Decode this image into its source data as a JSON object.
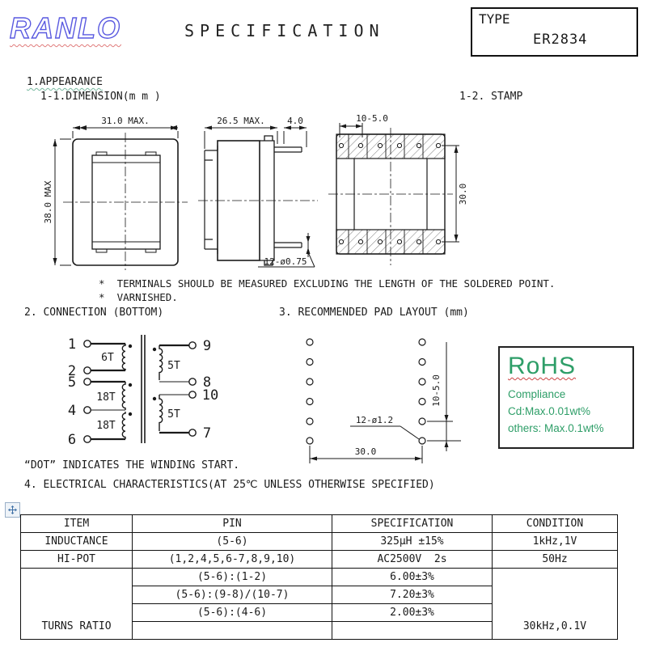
{
  "header": {
    "logo_text": "RANLO",
    "title": "SPECIFICATION",
    "type_label": "TYPE",
    "type_value": "ER2834"
  },
  "appearance": {
    "heading": "1.APPEARANCE",
    "dimension_heading": "1-1.DIMENSION(m m )",
    "stamp_heading": "1-2. STAMP"
  },
  "drawings": {
    "front": {
      "top_dim": "31.0 MAX.",
      "left_dim": "38.0 MAX"
    },
    "side": {
      "top_dim": "26.5 MAX.",
      "pin_len_dim": "4.0",
      "pin_dia_note": "12-ø0.75"
    },
    "stamp": {
      "pitch_dim": "10-5.0",
      "right_dim": "30.0"
    }
  },
  "notes": {
    "line1": "*  TERMINALS SHOULD BE MEASURED EXCLUDING THE LENGTH OF THE SOLDERED POINT.",
    "line2": "*  VARNISHED."
  },
  "connection": {
    "heading": "2. CONNECTION (BOTTOM)",
    "left_pins": [
      "1",
      "2",
      "5",
      "4",
      "6"
    ],
    "right_pins": [
      "9",
      "8",
      "10",
      "7"
    ],
    "winding_turns": [
      "6T",
      "18T",
      "18T",
      "5T",
      "5T"
    ]
  },
  "pad_layout": {
    "heading": "3. RECOMMENDED PAD LAYOUT (mm)",
    "vertical_dim": "10-5.0",
    "hole_note": "12-ø1.2",
    "horizontal_dim": "30.0"
  },
  "rohs": {
    "title": "RoHS",
    "line1": "Compliance",
    "line2": "Cd:Max.0.01wt%",
    "line3": "others: Max.0.1wt%"
  },
  "dot_note": "“DOT” INDICATES THE WINDING START.",
  "electrical": {
    "heading": "4. ELECTRICAL CHARACTERISTICS(AT 25℃ UNLESS OTHERWISE SPECIFIED)",
    "table": {
      "headers": [
        "ITEM",
        "PIN",
        "SPECIFICATION",
        "CONDITION"
      ],
      "inductance": {
        "item": "INDUCTANCE",
        "pin": "(5-6)",
        "spec": "325μH ±15%",
        "condition": "1kHz,1V"
      },
      "hipot": {
        "item": "HI-POT",
        "pin": "(1,2,4,5,6-7,8,9,10)",
        "spec": "AC2500V  2s",
        "condition": "50Hz"
      },
      "turns_ratio": {
        "item": "TURNS RATIO",
        "condition": "30kHz,0.1V",
        "rows": [
          {
            "pin": "(5-6):(1-2)",
            "spec": "6.00±3%"
          },
          {
            "pin": "(5-6):(9-8)/(10-7)",
            "spec": "7.20±3%"
          },
          {
            "pin": "(5-6):(4-6)",
            "spec": "2.00±3%"
          },
          {
            "pin": "",
            "spec": ""
          }
        ]
      }
    }
  }
}
